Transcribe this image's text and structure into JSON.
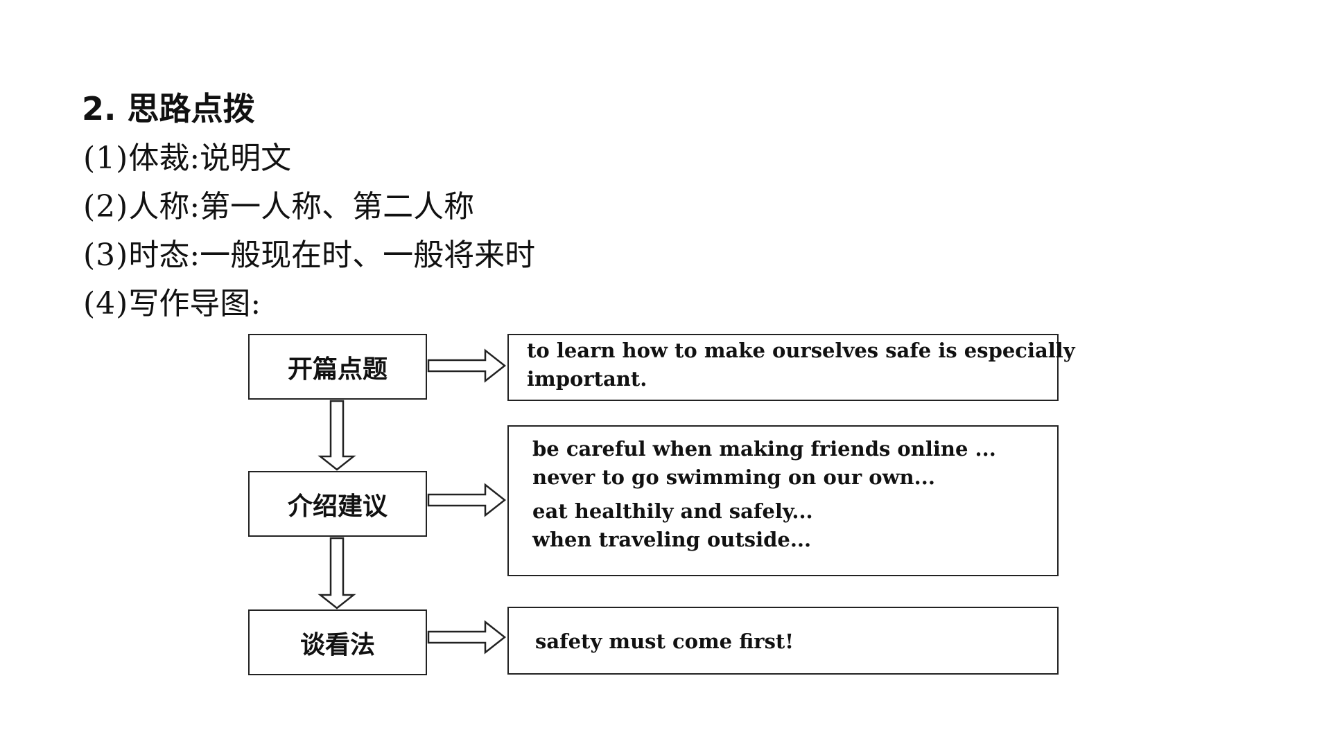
{
  "heading": "2. 思路点拨",
  "items": [
    {
      "num": "(1)",
      "label": "体裁:",
      "value": "说明文"
    },
    {
      "num": "(2)",
      "label": "人称:",
      "value": "第一人称、第二人称"
    },
    {
      "num": "(3)",
      "label": "时态:",
      "value": "一般现在时、一般将来时"
    },
    {
      "num": "(4)",
      "label": "写作导图:",
      "value": ""
    }
  ],
  "diagram": {
    "steps": [
      {
        "label": "开篇点题",
        "content": [
          "to learn how to make ourselves safe is especially",
          "important."
        ]
      },
      {
        "label": "介绍建议",
        "content": [
          "be careful when making friends online ...",
          "never to go swimming on our own...",
          "eat healthily and safely...",
          "when traveling outside..."
        ]
      },
      {
        "label": "谈看法",
        "content": [
          "safety must come first!"
        ]
      }
    ]
  }
}
